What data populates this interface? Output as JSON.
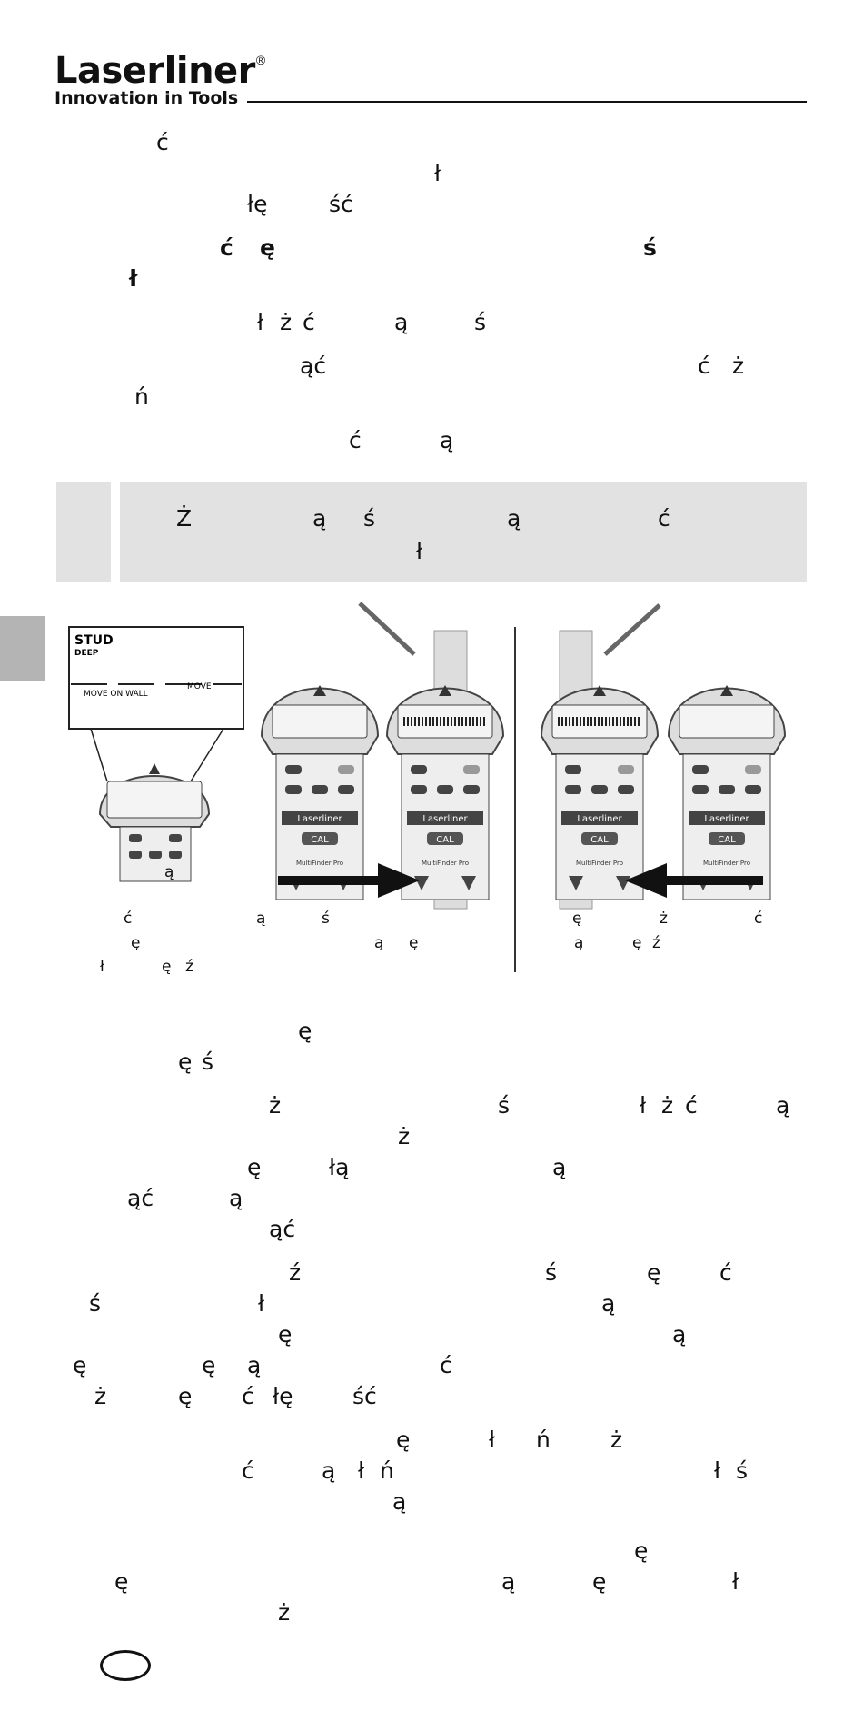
{
  "header": {
    "brand": "Laserliner",
    "registered": "®",
    "tagline": "Innovation in Tools"
  },
  "body_glyphs": {
    "l1": [
      "ć"
    ],
    "l2": [
      "ł"
    ],
    "l3": [
      "łę",
      "ść"
    ],
    "l4": [
      "ć",
      "ę",
      "ś"
    ],
    "l5": [
      "ł"
    ],
    "l6": [
      "ł",
      "ż",
      "ć",
      "ą",
      "ś"
    ],
    "l7": [
      "ąć",
      "ć",
      "ż"
    ],
    "l8": [
      "ń"
    ],
    "l9": [
      "ć",
      "ą"
    ]
  },
  "note": {
    "line1": [
      "Ż",
      "ą",
      "ś",
      "ą",
      "ć"
    ],
    "line2": [
      "ł"
    ]
  },
  "illustration": {
    "screen_stud": "STUD",
    "screen_deep": "DEEP",
    "screen_move_left": "MOVE ON WALL",
    "screen_move_right": "MOVE",
    "brand_label": "Laserliner",
    "cal_label": "CAL",
    "model_label": "MultiFinder Pro",
    "caption_top": [
      "ą"
    ],
    "caption_left_l1": [
      "ć",
      "ą",
      "ś"
    ],
    "caption_left_l2": [
      "ę",
      "ą",
      "ę"
    ],
    "caption_left_l3": [
      "ł",
      "ę",
      "ź"
    ],
    "caption_right_l1": [
      "ę",
      "ż",
      "ć"
    ],
    "caption_right_l2": [
      "ą",
      "ę",
      "ź"
    ]
  },
  "lower_glyphs": {
    "m1": [
      "ę"
    ],
    "m2": [
      "ę",
      "ś"
    ],
    "m3": [
      "ż",
      "ś",
      "ł",
      "ż",
      "ć",
      "ą"
    ],
    "m4": [
      "ż"
    ],
    "m5": [
      "ę",
      "łą",
      "ą"
    ],
    "m6": [
      "ąć",
      "ą"
    ],
    "m7": [
      "ąć"
    ],
    "m8": [
      "ź",
      "ś",
      "ę",
      "ć"
    ],
    "m9": [
      "ś",
      "ł",
      "ą"
    ],
    "m10": [
      "ę",
      "ą"
    ],
    "m11": [
      "ę",
      "ę",
      "ą",
      "ć"
    ],
    "m12": [
      "ż",
      "ę",
      "ć",
      "łę",
      "ść"
    ],
    "m13": [
      "ę",
      "ł",
      "ń",
      "ż"
    ],
    "m14": [
      "ć",
      "ą",
      "ł",
      "ń",
      "ł",
      "ś"
    ],
    "m15": [
      "ą"
    ],
    "m16": [
      "ę"
    ],
    "m17": [
      "ę",
      "ą",
      "ę",
      "ł"
    ],
    "m18": [
      "ż"
    ]
  },
  "colors": {
    "note_bg": "#e2e2e2",
    "side_tab": "#b4b4b4",
    "text": "#111111"
  }
}
